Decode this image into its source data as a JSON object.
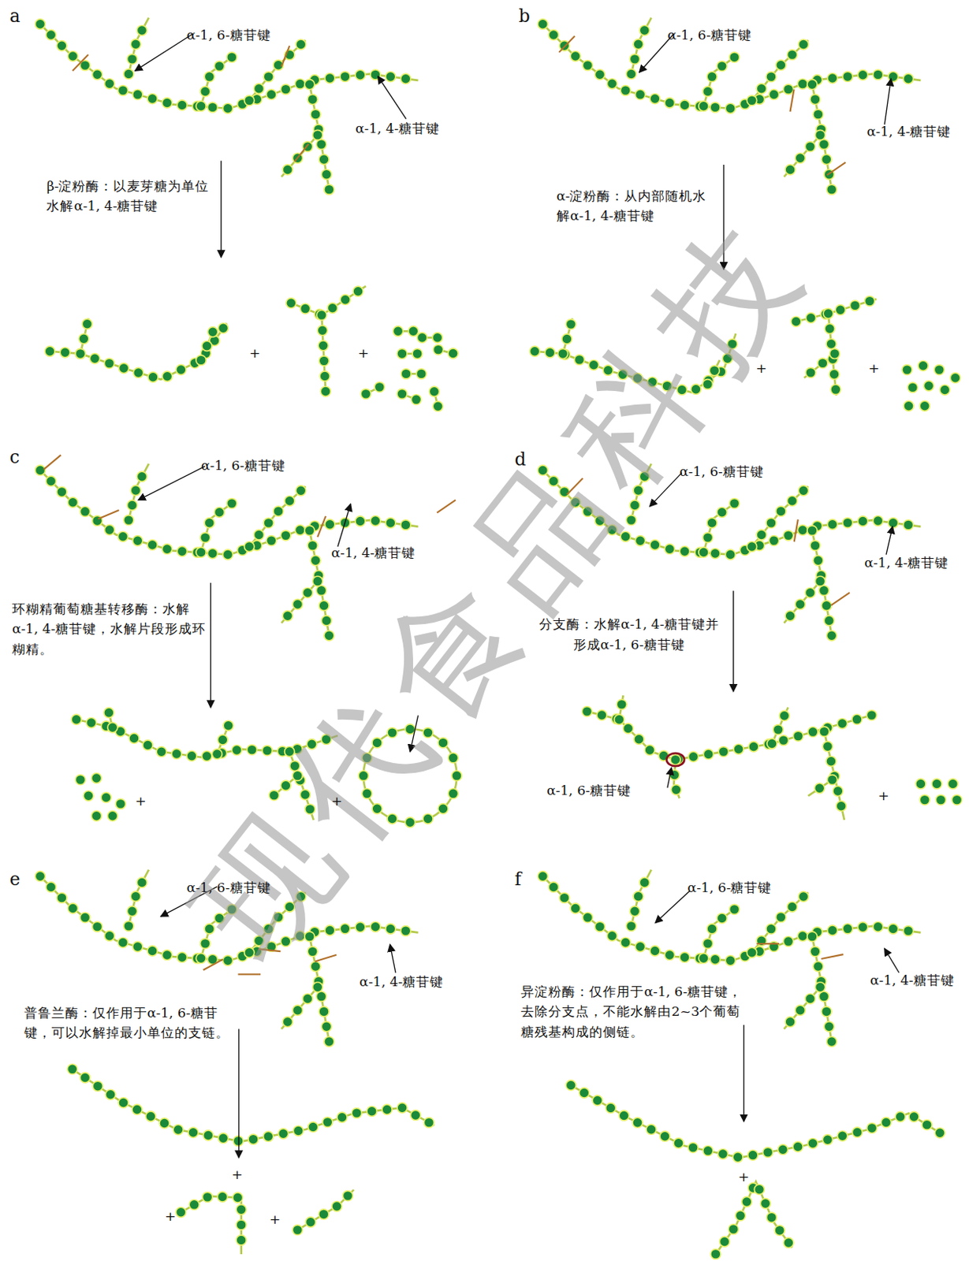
{
  "diagram": {
    "labels": [
      "a",
      "α-1, 6-糖苷键",
      "α-1, 4-糖苷键",
      "β-淀粉酶：以麦芽糖为单位水解α-1, 4-糖苷键",
      "+",
      "+",
      "b",
      "α-1, 6-糖苷键",
      "α-1, 4-糖苷键",
      "α-淀粉酶：从内部随机水解α-1, 4-糖苷键",
      "+",
      "+",
      "c",
      "α-1, 6-糖苷键",
      "α-1, 4-糖苷键",
      "环糊精葡萄糖基转移酶：水解α-1, 4-糖苷键，水解片段形成环糊精。",
      "+",
      "+",
      "d",
      "α-1, 6-糖苷键",
      "α-1, 4-糖苷键",
      "分支酶：水解α-1, 4-糖苷键并形成α-1, 6-糖苷键",
      "α-1, 6-糖苷键",
      "+",
      "e",
      "α-1, 6-糖苷键",
      "α-1, 4-糖苷键",
      "普鲁兰酶：仅作用于α-1, 6-糖苷键，可以水解掉最小单位的支链。",
      "+",
      "+",
      "+",
      "f",
      "α-1, 6-糖苷键",
      "α-1, 4-糖苷键",
      "异淀粉酶：仅作用于α-1, 6-糖苷键，去除分支点，不能水解由2~3个葡萄糖残基构成的侧链。",
      "+",
      "现代食品科技"
    ]
  }
}
